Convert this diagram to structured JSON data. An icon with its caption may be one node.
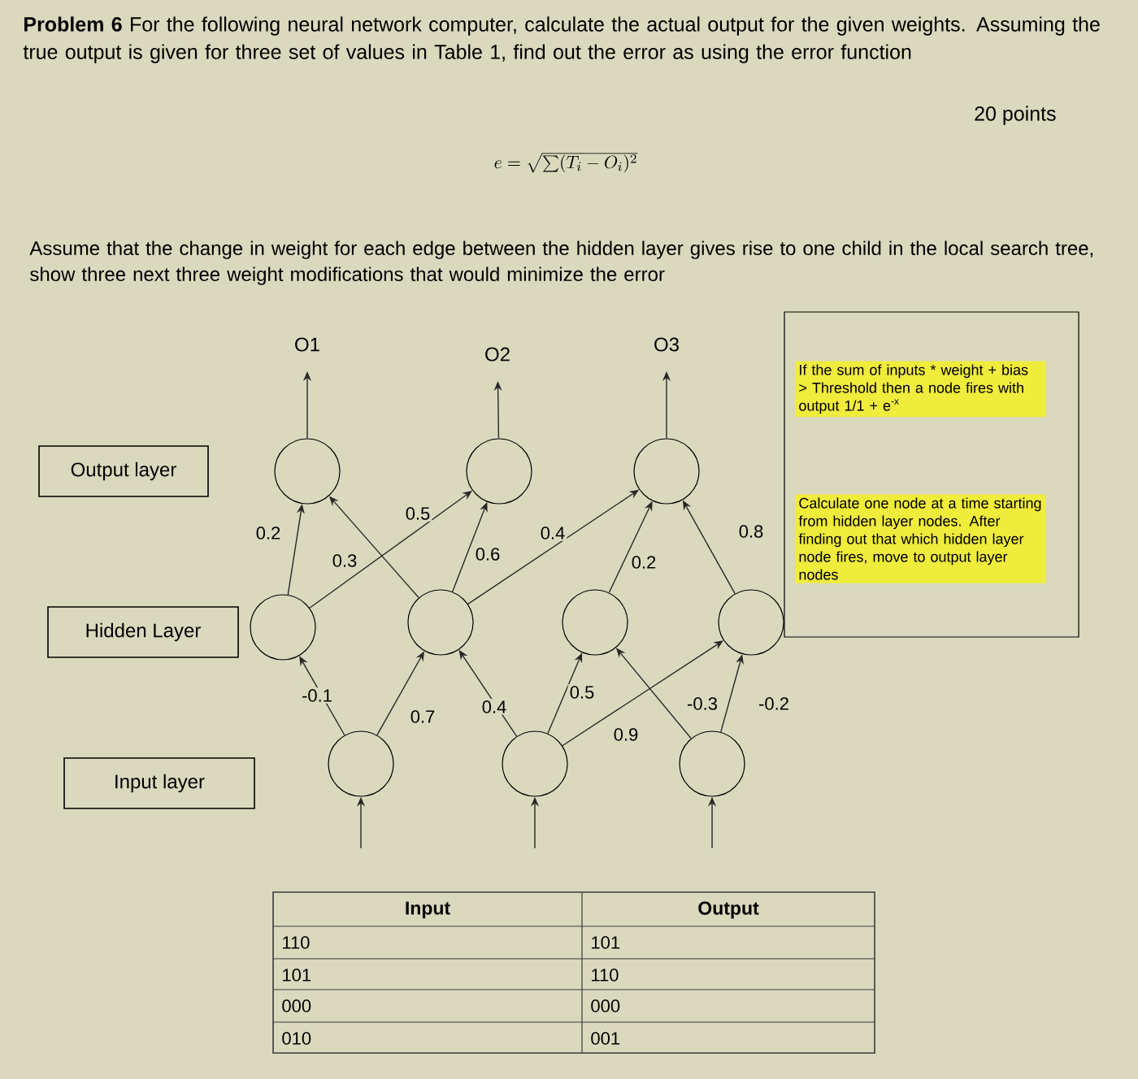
{
  "diagram": {
    "nodes": [
      {
        "text": [
          "O1"
        ]
      },
      {
        "text": [
          "O2"
        ]
      },
      {
        "text": [
          "O3"
        ]
      },
      {
        "text": [
          "If the sum of inputs * weight + bias > Threshold then a node fires with output 1/1 + e$^{-x}$",
          "Calculate one node at a time starting from hidden layer nodes. After finding out that which hidden layer node fires, move to output layer nodes"
        ]
      },
      {
        "text": [
          "Output layer"
        ]
      },
      {
        "text": [],
        "shape": "circle"
      },
      {
        "text": [],
        "shape": "circle"
      },
      {
        "text": [],
        "shape": "circle"
      },
      {
        "text": [
          "Hidden Layer"
        ]
      },
      {
        "text": [],
        "shape": "circle"
      },
      {
        "text": [],
        "shape": "circle"
      },
      {
        "text": [],
        "shape": "circle"
      },
      {
        "text": [],
        "shape": "circle"
      },
      {
        "text": [
          "Input layer"
        ]
      },
      {
        "text": [],
        "shape": "circle"
      },
      {
        "text": [],
        "shape": "circle"
      },
      {
        "text": [],
        "shape": "circle"
      }
    ],
    "edges": [
      {
        "from": 5,
        "to": 0,
        "arrow": "to"
      },
      {
        "from": 6,
        "to": 1,
        "arrow": "to"
      },
      {
        "from": 7,
        "to": 2,
        "arrow": "to"
      },
      {
        "from": 9,
        "to": 5,
        "arrow": "to",
        "label": "0.2"
      },
      {
        "from": 9,
        "to": 6,
        "arrow": "to",
        "label": "0.5"
      },
      {
        "from": 10,
        "to": 5,
        "arrow": "to",
        "label": "0.3"
      },
      {
        "from": 10,
        "to": 6,
        "arrow": "to",
        "label": "0.6"
      },
      {
        "from": 10,
        "to": 7,
        "arrow": "to",
        "label": "0.4"
      },
      {
        "from": 11,
        "to": 7,
        "arrow": "to",
        "label": "0.2"
      },
      {
        "from": 12,
        "to": 7,
        "arrow": "to",
        "label": "0.8"
      },
      {
        "from": 14,
        "to": 9,
        "arrow": "to",
        "label": "-0.1"
      },
      {
        "from": 14,
        "to": 10,
        "arrow": "to",
        "label": "0.7"
      },
      {
        "from": 15,
        "to": 10,
        "arrow": "to",
        "label": "0.4"
      },
      {
        "from": 15,
        "to": 11,
        "arrow": "to",
        "label": "0.5"
      },
      {
        "from": 15,
        "to": 12,
        "arrow": "to",
        "label": "0.9"
      },
      {
        "from": 16,
        "to": 11,
        "arrow": "to",
        "label": "-0.3"
      },
      {
        "from": 16,
        "to": 12,
        "arrow": "to",
        "label": "-0.2"
      },
      {
        "from": null,
        "to": 14,
        "arrow": "to"
      },
      {
        "from": null,
        "to": 15,
        "arrow": "to"
      },
      {
        "from": null,
        "to": 16,
        "arrow": "to"
      }
    ],
    "labels": [
      "**Problem 6** For the following neural network computer, calculate the actual output for the given weights. Assuming the true output is given for three set of values in Table 1, find out the error as using the error function",
      "20 points",
      "e=\\sqrt{\\sum(T_i-O_i)^2}",
      "Assume that the change in weight for each edge between the hidden layer gives rise to one child in the local search tree, show three next three weight modifications that would minimize the error",
      "Input",
      "Output",
      "110",
      "101",
      "101",
      "110",
      "000",
      "000",
      "010",
      "001"
    ]
  }
}
